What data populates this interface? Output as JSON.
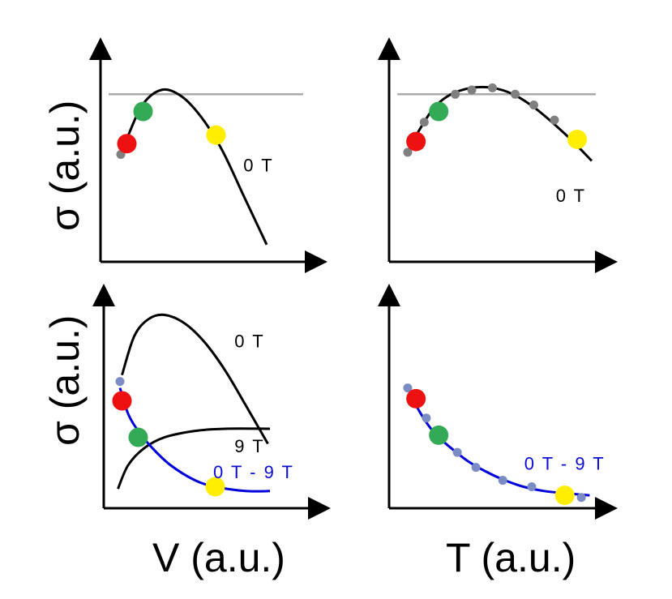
{
  "figure": {
    "ylabel_top": "σ (a.u.)",
    "ylabel_bottom": "σ (a.u.)",
    "xlabel_left": "V (a.u.)",
    "xlabel_right": "T (a.u.)"
  },
  "colors": {
    "axis": "#000000",
    "reference_line": "#aaaaaa",
    "curve_0T": "#000000",
    "curve_diff": "#0000dd",
    "gray_marker": "#808080",
    "bluegray_marker": "#7b8cc4",
    "red_marker": "#ee1111",
    "green_marker": "#33aa55",
    "yellow_marker": "#ffee00"
  },
  "chart_data": [
    {
      "id": "top-left",
      "type": "line",
      "x_axis": "V",
      "y_axis": "σ",
      "series": [
        {
          "name": "0 T",
          "color": "curve_0T",
          "points": [
            [
              0.1,
              0.5
            ],
            [
              0.2,
              0.72
            ],
            [
              0.3,
              0.8
            ],
            [
              0.4,
              0.77
            ],
            [
              0.5,
              0.67
            ],
            [
              0.6,
              0.52
            ],
            [
              0.7,
              0.32
            ],
            [
              0.75,
              0.22
            ],
            [
              0.82,
              0.08
            ]
          ]
        }
      ],
      "reference_lines": [
        {
          "y": 0.78,
          "x0": 0.04,
          "x1": 1.0,
          "color": "reference_line"
        }
      ],
      "markers": [
        {
          "x": 0.1,
          "y": 0.5,
          "color": "gray_marker",
          "size": "small"
        },
        {
          "x": 0.13,
          "y": 0.55,
          "color": "red_marker",
          "size": "large"
        },
        {
          "x": 0.21,
          "y": 0.7,
          "color": "green_marker",
          "size": "large"
        },
        {
          "x": 0.57,
          "y": 0.59,
          "color": "yellow_marker",
          "size": "large"
        }
      ],
      "curve_labels": [
        {
          "text": "0 T",
          "x": 0.78,
          "y": 0.42,
          "color": "curve_0T"
        }
      ]
    },
    {
      "id": "top-right",
      "type": "line",
      "x_axis": "T",
      "y_axis": "σ",
      "series": [
        {
          "name": "0 T",
          "color": "curve_0T",
          "points": [
            [
              0.09,
              0.51
            ],
            [
              0.15,
              0.62
            ],
            [
              0.22,
              0.72
            ],
            [
              0.3,
              0.78
            ],
            [
              0.4,
              0.81
            ],
            [
              0.5,
              0.81
            ],
            [
              0.6,
              0.78
            ],
            [
              0.7,
              0.72
            ],
            [
              0.8,
              0.64
            ],
            [
              0.9,
              0.55
            ],
            [
              0.98,
              0.47
            ]
          ]
        }
      ],
      "reference_lines": [
        {
          "y": 0.78,
          "x0": 0.04,
          "x1": 1.0,
          "color": "reference_line"
        }
      ],
      "markers": [
        {
          "x": 0.09,
          "y": 0.51,
          "color": "gray_marker",
          "size": "small"
        },
        {
          "x": 0.13,
          "y": 0.56,
          "color": "red_marker",
          "size": "large"
        },
        {
          "x": 0.17,
          "y": 0.65,
          "color": "gray_marker",
          "size": "small"
        },
        {
          "x": 0.24,
          "y": 0.7,
          "color": "green_marker",
          "size": "large"
        },
        {
          "x": 0.32,
          "y": 0.78,
          "color": "gray_marker",
          "size": "small"
        },
        {
          "x": 0.4,
          "y": 0.8,
          "color": "gray_marker",
          "size": "small"
        },
        {
          "x": 0.5,
          "y": 0.81,
          "color": "gray_marker",
          "size": "small"
        },
        {
          "x": 0.61,
          "y": 0.78,
          "color": "gray_marker",
          "size": "small"
        },
        {
          "x": 0.7,
          "y": 0.73,
          "color": "gray_marker",
          "size": "small"
        },
        {
          "x": 0.8,
          "y": 0.66,
          "color": "gray_marker",
          "size": "small"
        },
        {
          "x": 0.91,
          "y": 0.57,
          "color": "yellow_marker",
          "size": "large"
        }
      ],
      "curve_labels": [
        {
          "text": "0 T",
          "x": 0.88,
          "y": 0.28,
          "color": "curve_0T"
        }
      ]
    },
    {
      "id": "bottom-left",
      "type": "line",
      "x_axis": "V",
      "y_axis": "σ",
      "series": [
        {
          "name": "0 T",
          "color": "curve_0T",
          "points": [
            [
              0.09,
              0.62
            ],
            [
              0.15,
              0.8
            ],
            [
              0.22,
              0.88
            ],
            [
              0.3,
              0.9
            ],
            [
              0.4,
              0.86
            ],
            [
              0.5,
              0.77
            ],
            [
              0.6,
              0.64
            ],
            [
              0.7,
              0.48
            ],
            [
              0.81,
              0.3
            ]
          ]
        },
        {
          "name": "9 T",
          "color": "curve_0T",
          "points": [
            [
              0.07,
              0.09
            ],
            [
              0.12,
              0.2
            ],
            [
              0.2,
              0.28
            ],
            [
              0.3,
              0.33
            ],
            [
              0.45,
              0.36
            ],
            [
              0.6,
              0.37
            ],
            [
              0.82,
              0.37
            ]
          ]
        },
        {
          "name": "0 T - 9 T",
          "color": "curve_diff",
          "points": [
            [
              0.08,
              0.56
            ],
            [
              0.12,
              0.44
            ],
            [
              0.17,
              0.36
            ],
            [
              0.24,
              0.28
            ],
            [
              0.33,
              0.2
            ],
            [
              0.45,
              0.13
            ],
            [
              0.55,
              0.1
            ],
            [
              0.7,
              0.08
            ],
            [
              0.82,
              0.08
            ]
          ]
        }
      ],
      "markers": [
        {
          "x": 0.08,
          "y": 0.59,
          "color": "bluegray_marker",
          "size": "small"
        },
        {
          "x": 0.09,
          "y": 0.5,
          "color": "red_marker",
          "size": "large"
        },
        {
          "x": 0.17,
          "y": 0.33,
          "color": "green_marker",
          "size": "large"
        },
        {
          "x": 0.55,
          "y": 0.1,
          "color": "yellow_marker",
          "size": "large"
        }
      ],
      "curve_labels": [
        {
          "text": "0 T",
          "x": 0.72,
          "y": 0.75,
          "color": "curve_0T"
        },
        {
          "text": "9 T",
          "x": 0.72,
          "y": 0.26,
          "color": "curve_0T"
        },
        {
          "text": "0 T - 9 T",
          "x": 0.74,
          "y": 0.14,
          "color": "curve_diff"
        }
      ]
    },
    {
      "id": "bottom-right",
      "type": "line",
      "x_axis": "T",
      "y_axis": "σ",
      "series": [
        {
          "name": "0 T - 9 T",
          "color": "curve_diff",
          "points": [
            [
              0.09,
              0.56
            ],
            [
              0.13,
              0.48
            ],
            [
              0.18,
              0.4
            ],
            [
              0.23,
              0.34
            ],
            [
              0.3,
              0.28
            ],
            [
              0.38,
              0.22
            ],
            [
              0.47,
              0.17
            ],
            [
              0.56,
              0.13
            ],
            [
              0.65,
              0.1
            ],
            [
              0.75,
              0.08
            ],
            [
              0.85,
              0.07
            ],
            [
              0.97,
              0.06
            ]
          ]
        }
      ],
      "markers": [
        {
          "x": 0.09,
          "y": 0.56,
          "color": "bluegray_marker",
          "size": "small"
        },
        {
          "x": 0.13,
          "y": 0.51,
          "color": "red_marker",
          "size": "large"
        },
        {
          "x": 0.18,
          "y": 0.42,
          "color": "bluegray_marker",
          "size": "small"
        },
        {
          "x": 0.24,
          "y": 0.34,
          "color": "green_marker",
          "size": "large"
        },
        {
          "x": 0.33,
          "y": 0.26,
          "color": "bluegray_marker",
          "size": "small"
        },
        {
          "x": 0.42,
          "y": 0.19,
          "color": "bluegray_marker",
          "size": "small"
        },
        {
          "x": 0.55,
          "y": 0.13,
          "color": "bluegray_marker",
          "size": "small"
        },
        {
          "x": 0.69,
          "y": 0.1,
          "color": "bluegray_marker",
          "size": "small"
        },
        {
          "x": 0.85,
          "y": 0.06,
          "color": "yellow_marker",
          "size": "large"
        },
        {
          "x": 0.93,
          "y": 0.05,
          "color": "bluegray_marker",
          "size": "small"
        }
      ],
      "curve_labels": [
        {
          "text": "0 T - 9 T",
          "x": 0.85,
          "y": 0.18,
          "color": "curve_diff"
        }
      ]
    }
  ]
}
